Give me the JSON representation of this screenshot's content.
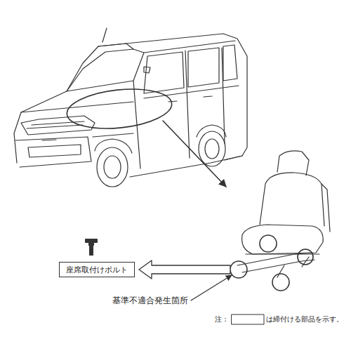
{
  "diagram": {
    "nodes": [
      {
        "text": [
          "座席取付けボルト"
        ]
      }
    ],
    "labels": [
      "基準不適合発生箇所",
      "注：",
      "は締付ける部品を示す。"
    ]
  }
}
